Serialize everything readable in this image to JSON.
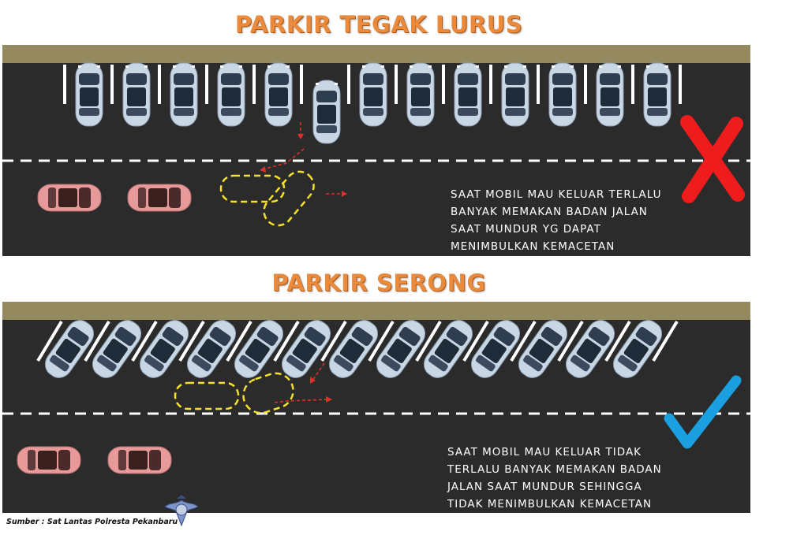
{
  "section_top": {
    "title": "PARKIR TEGAK LURUS",
    "caption": [
      "SAAT MOBIL MAU KELUAR TERLALU",
      "BANYAK MEMAKAN BADAN JALAN",
      "SAAT MUNDUR YG DAPAT",
      "MENIMBULKAN KEMACETAN"
    ],
    "verdict_icon": "red-cross-icon"
  },
  "section_bottom": {
    "title": "PARKIR SERONG",
    "caption": [
      "SAAT MOBIL MAU KELUAR TIDAK",
      "TERLALU BANYAK MEMAKAN BADAN",
      "JALAN SAAT MUNDUR SEHINGGA",
      "TIDAK MENIMBULKAN KEMACETAN"
    ],
    "verdict_icon": "blue-checkmark-icon"
  },
  "source": "Sumber : Sat Lantas Polresta Pekanbaru",
  "colors": {
    "title": "#e98a3c",
    "road": "#2b2b2b",
    "curb": "#958a5f",
    "parked_car": "#c9d6e3",
    "moving_car": "#e89a9a",
    "path": "#f5e12a",
    "arrow": "#e0302a",
    "cross": "#ee1c1c",
    "check": "#1a9fe0"
  }
}
